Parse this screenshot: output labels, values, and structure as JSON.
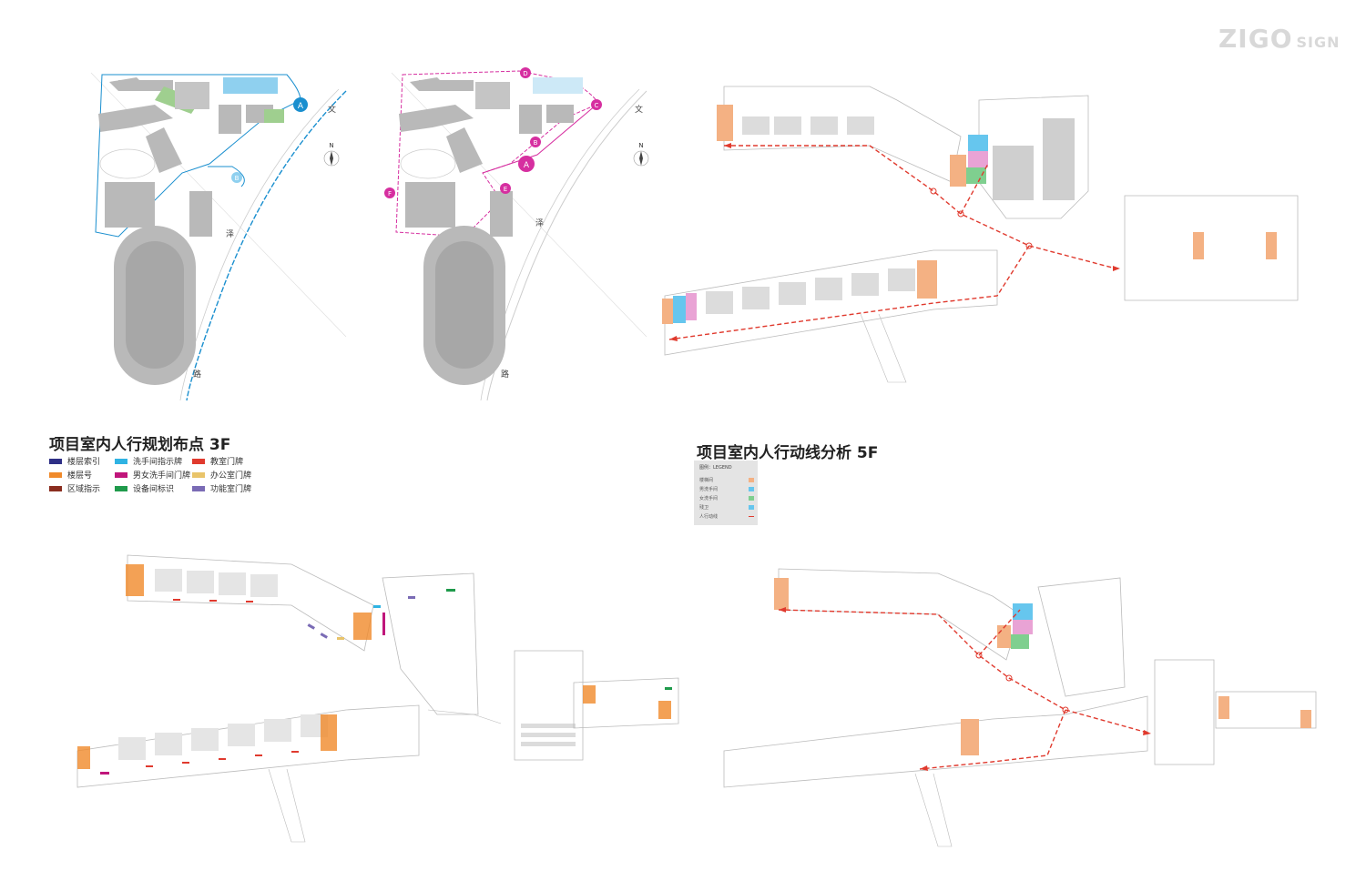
{
  "brand": {
    "logo_main": "ZIGO",
    "logo_sub": "SIGN"
  },
  "site_plans": {
    "left": {
      "markers": [
        "A",
        "B"
      ],
      "road_chars": [
        "文",
        "泽",
        "路"
      ],
      "north": "N"
    },
    "right": {
      "markers": [
        "D",
        "C",
        "B",
        "A",
        "E",
        "F"
      ],
      "road_chars": [
        "文",
        "泽",
        "路"
      ],
      "north": "N"
    }
  },
  "panel_3f": {
    "title": "项目室内人行规划布点 3F",
    "legend": [
      {
        "label": "楼层索引",
        "color": "#2e2f86"
      },
      {
        "label": "洗手间指示牌",
        "color": "#2fb3e3"
      },
      {
        "label": "教室门牌",
        "color": "#e03a2e"
      },
      {
        "label": "楼层号",
        "color": "#f08a2b"
      },
      {
        "label": "男女洗手间门牌",
        "color": "#c0157b"
      },
      {
        "label": "办公室门牌",
        "color": "#e9c46a"
      },
      {
        "label": "区域指示",
        "color": "#8a2d1f"
      },
      {
        "label": "设备间标识",
        "color": "#1f9a4b"
      },
      {
        "label": "功能室门牌",
        "color": "#7a6bb5"
      }
    ]
  },
  "panel_5f": {
    "title": "项目室内人行动线分析 5F",
    "legend_title": "图例：LEGEND",
    "legend": [
      {
        "label": "楼梯间",
        "color": "#f4b183"
      },
      {
        "label": "男洗手间",
        "color": "#66c6ee"
      },
      {
        "label": "女洗手间",
        "color": "#7fcf8f"
      },
      {
        "label": "残卫",
        "color": "#66c6ee"
      },
      {
        "label": "人行动线",
        "color": "#e03a2e"
      }
    ]
  },
  "colors": {
    "route_red": "#e03a2e",
    "site_blue": "#1a8fcf",
    "site_magenta": "#d62fa0",
    "building_gray": "#b9b9b9"
  }
}
